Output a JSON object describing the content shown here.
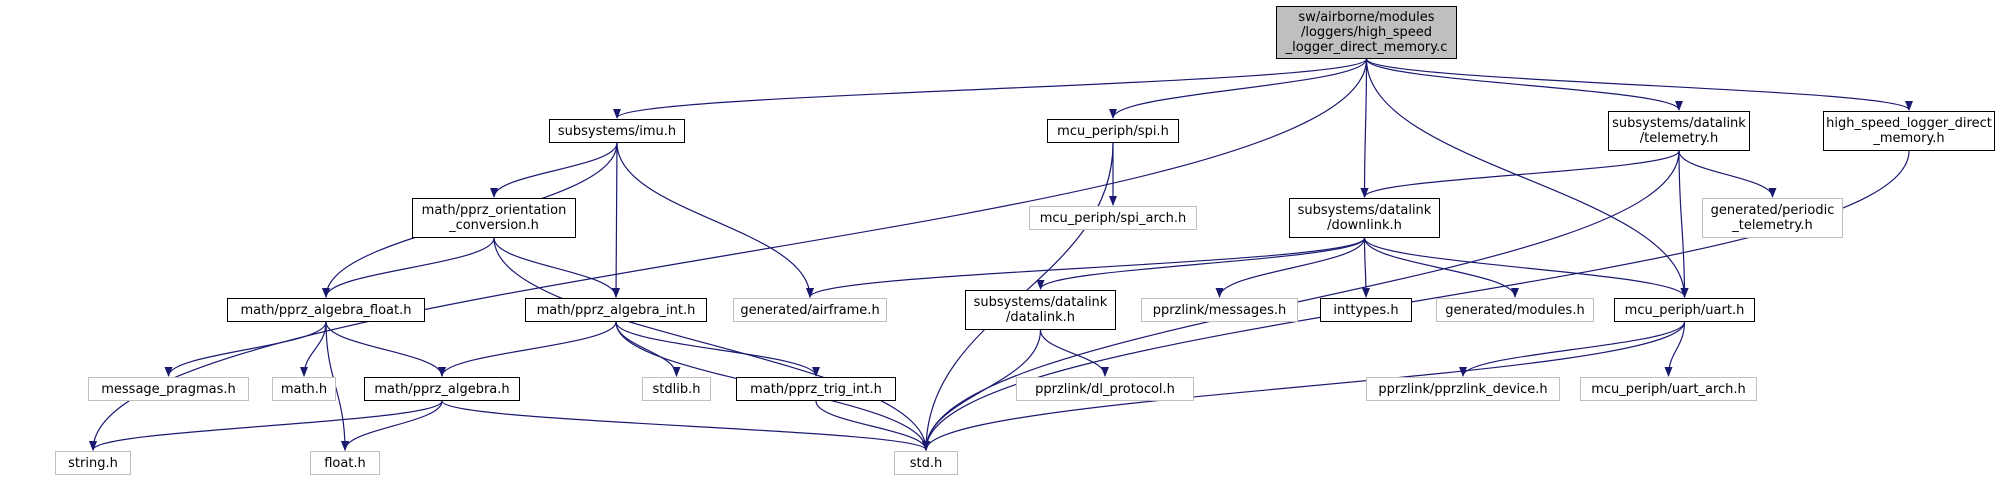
{
  "colors": {
    "edge": "#191970",
    "root_fill": "#bfbfbf",
    "missing_border": "#bfbfbf",
    "node_border": "#000000"
  },
  "nodes": [
    {
      "id": "root",
      "label": "sw/airborne/modules\n/loggers/high_speed\n_logger_direct_memory.c",
      "kind": "root"
    },
    {
      "id": "imu",
      "label": "subsystems/imu.h",
      "kind": "header"
    },
    {
      "id": "spi",
      "label": "mcu_periph/spi.h",
      "kind": "header"
    },
    {
      "id": "telemetry",
      "label": "subsystems/datalink\n/telemetry.h",
      "kind": "header"
    },
    {
      "id": "hsl",
      "label": "high_speed_logger_direct\n_memory.h",
      "kind": "header"
    },
    {
      "id": "orient",
      "label": "math/pprz_orientation\n_conversion.h",
      "kind": "header"
    },
    {
      "id": "spi_arch",
      "label": "mcu_periph/spi_arch.h",
      "kind": "missing"
    },
    {
      "id": "downlink",
      "label": "subsystems/datalink\n/downlink.h",
      "kind": "header"
    },
    {
      "id": "periodic",
      "label": "generated/periodic\n_telemetry.h",
      "kind": "missing"
    },
    {
      "id": "alg_float",
      "label": "math/pprz_algebra_float.h",
      "kind": "header"
    },
    {
      "id": "alg_int",
      "label": "math/pprz_algebra_int.h",
      "kind": "header"
    },
    {
      "id": "airframe",
      "label": "generated/airframe.h",
      "kind": "missing"
    },
    {
      "id": "dl_datalink",
      "label": "subsystems/datalink\n/datalink.h",
      "kind": "header"
    },
    {
      "id": "messages",
      "label": "pprzlink/messages.h",
      "kind": "missing"
    },
    {
      "id": "inttypes",
      "label": "inttypes.h",
      "kind": "header"
    },
    {
      "id": "modules",
      "label": "generated/modules.h",
      "kind": "missing"
    },
    {
      "id": "uart",
      "label": "mcu_periph/uart.h",
      "kind": "header"
    },
    {
      "id": "msg_pragmas",
      "label": "message_pragmas.h",
      "kind": "missing"
    },
    {
      "id": "math",
      "label": "math.h",
      "kind": "missing"
    },
    {
      "id": "alg",
      "label": "math/pprz_algebra.h",
      "kind": "header"
    },
    {
      "id": "stdlib",
      "label": "stdlib.h",
      "kind": "missing"
    },
    {
      "id": "trig",
      "label": "math/pprz_trig_int.h",
      "kind": "header"
    },
    {
      "id": "dl_protocol",
      "label": "pprzlink/dl_protocol.h",
      "kind": "missing"
    },
    {
      "id": "device",
      "label": "pprzlink/pprzlink_device.h",
      "kind": "missing"
    },
    {
      "id": "uart_arch",
      "label": "mcu_periph/uart_arch.h",
      "kind": "missing"
    },
    {
      "id": "string",
      "label": "string.h",
      "kind": "missing"
    },
    {
      "id": "float",
      "label": "float.h",
      "kind": "missing"
    },
    {
      "id": "std",
      "label": "std.h",
      "kind": "missing"
    }
  ],
  "edges": [
    [
      "root",
      "string"
    ],
    [
      "root",
      "imu"
    ],
    [
      "root",
      "spi"
    ],
    [
      "root",
      "downlink"
    ],
    [
      "root",
      "uart"
    ],
    [
      "root",
      "telemetry"
    ],
    [
      "root",
      "hsl"
    ],
    [
      "imu",
      "alg_float"
    ],
    [
      "imu",
      "orient"
    ],
    [
      "imu",
      "alg_int"
    ],
    [
      "imu",
      "airframe"
    ],
    [
      "spi",
      "spi_arch"
    ],
    [
      "spi",
      "std"
    ],
    [
      "telemetry",
      "downlink"
    ],
    [
      "telemetry",
      "periodic"
    ],
    [
      "telemetry",
      "uart"
    ],
    [
      "telemetry",
      "std"
    ],
    [
      "hsl",
      "std"
    ],
    [
      "orient",
      "alg_float"
    ],
    [
      "orient",
      "alg_int"
    ],
    [
      "orient",
      "std"
    ],
    [
      "downlink",
      "airframe"
    ],
    [
      "downlink",
      "dl_datalink"
    ],
    [
      "downlink",
      "messages"
    ],
    [
      "downlink",
      "inttypes"
    ],
    [
      "downlink",
      "modules"
    ],
    [
      "downlink",
      "uart"
    ],
    [
      "alg_float",
      "msg_pragmas"
    ],
    [
      "alg_float",
      "math"
    ],
    [
      "alg_float",
      "alg"
    ],
    [
      "alg_float",
      "float"
    ],
    [
      "alg_int",
      "alg"
    ],
    [
      "alg_int",
      "stdlib"
    ],
    [
      "alg_int",
      "trig"
    ],
    [
      "alg_int",
      "std"
    ],
    [
      "dl_datalink",
      "dl_protocol"
    ],
    [
      "dl_datalink",
      "std"
    ],
    [
      "uart",
      "device"
    ],
    [
      "uart",
      "uart_arch"
    ],
    [
      "uart",
      "std"
    ],
    [
      "alg",
      "string"
    ],
    [
      "alg",
      "float"
    ],
    [
      "alg",
      "std"
    ],
    [
      "trig",
      "std"
    ]
  ]
}
